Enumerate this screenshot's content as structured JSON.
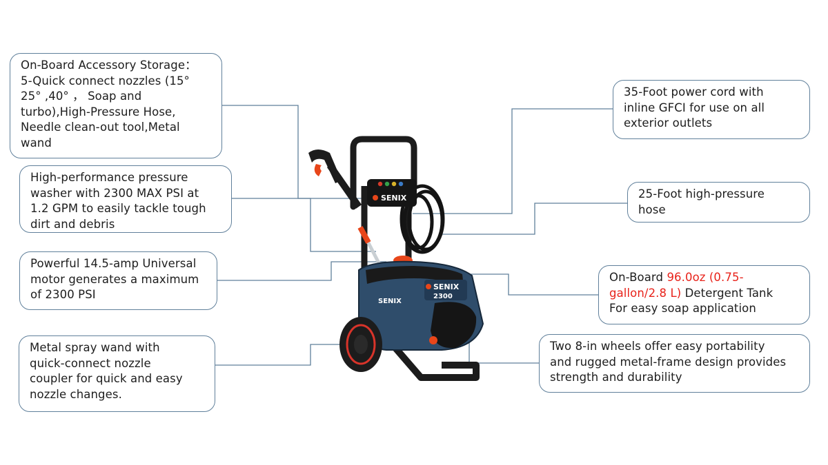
{
  "callouts": {
    "accessory_storage": {
      "lines": [
        "On-Board Accessory Storage：",
        "5-Quick connect nozzles (15°",
        "25° ,40° ， Soap and",
        "turbo),High-Pressure Hose,",
        "Needle clean-out tool,Metal",
        "wand"
      ]
    },
    "high_performance": {
      "lines": [
        "High-performance pressure",
        "washer with 2300 MAX PSI at",
        "1.2 GPM  to easily tackle tough",
        "dirt and debris"
      ]
    },
    "motor": {
      "lines": [
        "Powerful 14.5-amp  Universal",
        "motor generates a maximum",
        "of 2300 PSI"
      ]
    },
    "spray_wand": {
      "lines": [
        "Metal spray wand with",
        "quick-connect nozzle",
        "coupler for quick and easy",
        "nozzle changes."
      ]
    },
    "power_cord": {
      "lines": [
        "35-Foot power cord with",
        "inline GFCI for use on all",
        "exterior outlets"
      ]
    },
    "hose": {
      "lines": [
        "25-Foot high-pressure",
        "hose"
      ]
    },
    "detergent_tank": {
      "line1_prefix": "On-Board ",
      "line1_highlight": "96.0oz (0.75-",
      "line2_highlight": "gallon/2.8 L)",
      "line2_suffix": "  Detergent Tank",
      "line3": "For easy soap application"
    },
    "wheels": {
      "lines": [
        "Two 8-in wheels offer easy portability",
        "and rugged metal-frame design provides",
        "strength and durability"
      ]
    }
  },
  "product": {
    "brand_panel": "SENIX",
    "brand_body": "SENIX",
    "model_badge": "2300"
  },
  "colors": {
    "box_border": "#5f7f9a",
    "leader_line": "#5f7f9a",
    "highlight": "#e8221a",
    "machine_body": "#2f4d6b",
    "frame": "#1c1c1c",
    "accent": "#e8461a"
  }
}
